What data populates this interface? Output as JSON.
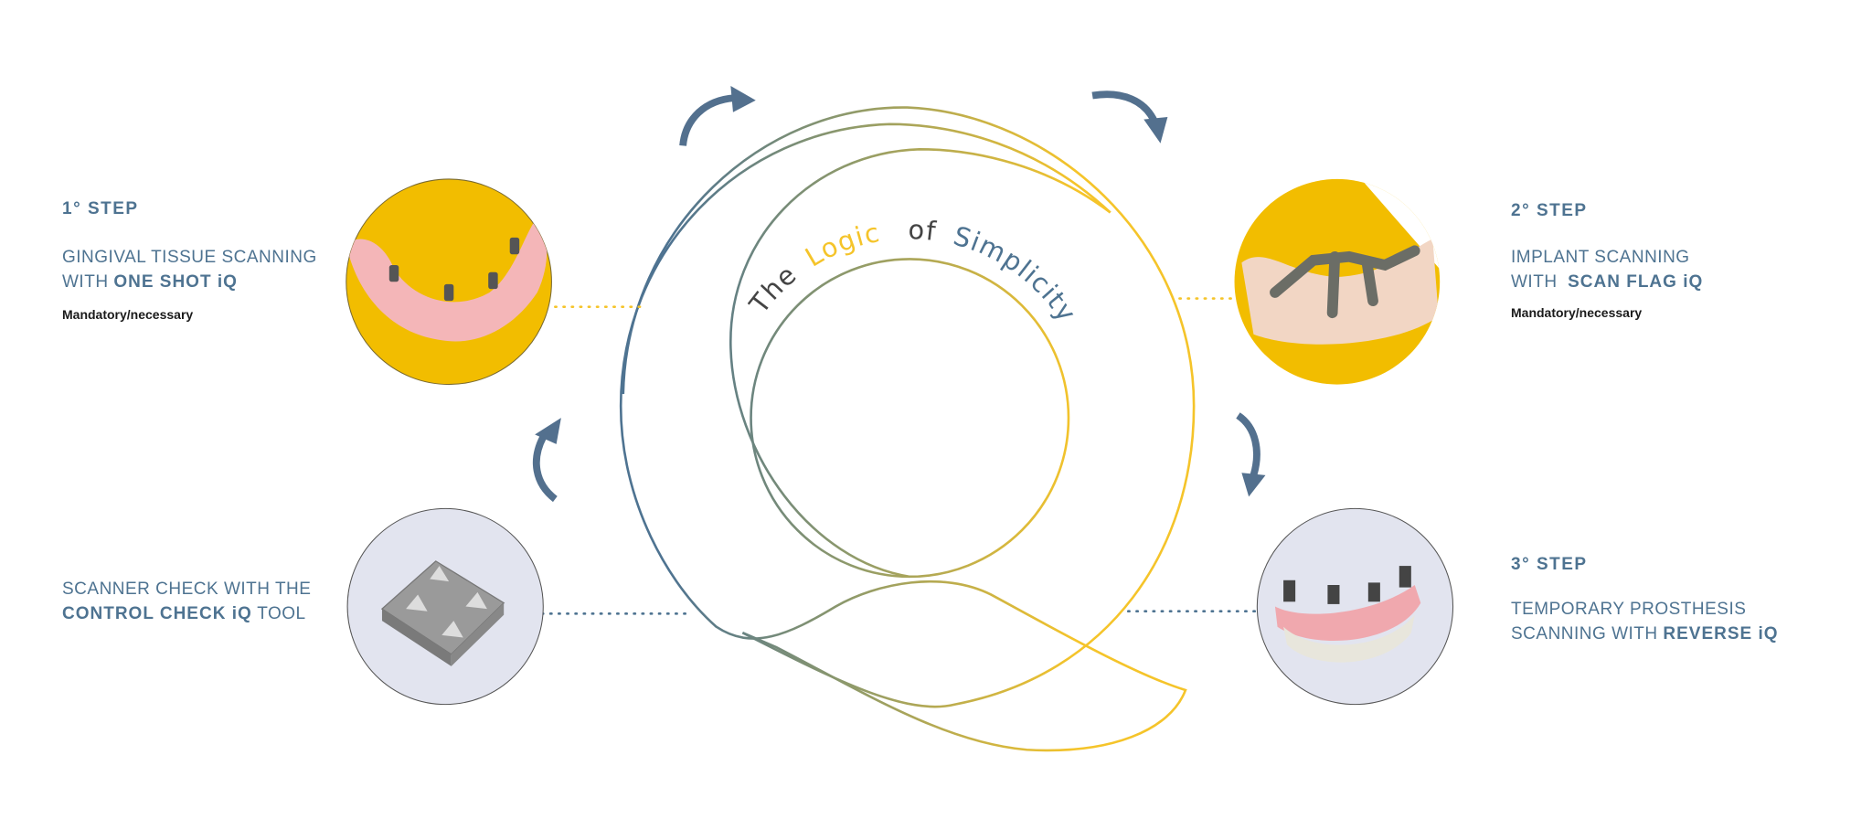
{
  "title": {
    "the": "The",
    "logic": "Logic",
    "of": "of",
    "simplicity": "Simplicity"
  },
  "steps": [
    {
      "label": "1° STEP",
      "line1": "GINGIVAL TISSUE SCANNING",
      "line2_pre": "WITH ",
      "line2_bold": "ONE SHOT iQ",
      "note": "Mandatory/necessary"
    },
    {
      "label": "2° STEP",
      "line1": "IMPLANT SCANNING",
      "line2_pre": "WITH  ",
      "line2_bold": "SCAN FLAG iQ",
      "note": "Mandatory/necessary"
    },
    {
      "label": "3° STEP",
      "line1": "TEMPORARY PROSTHESIS",
      "line2_pre": "SCANNING WITH ",
      "line2_bold": "REVERSE iQ"
    }
  ],
  "check": {
    "line1": "SCANNER CHECK WITH THE",
    "line2_bold": "CONTROL CHECK iQ",
    "line2_post": " TOOL"
  },
  "colors": {
    "blue": "#4e7391",
    "yellow": "#f5c42a",
    "circle_yellow": "#f2bd00",
    "circle_grey": "#e2e4ef"
  }
}
